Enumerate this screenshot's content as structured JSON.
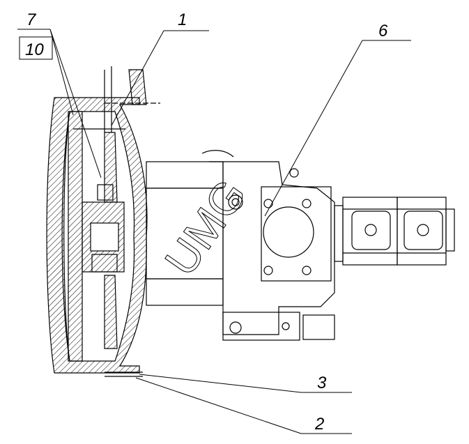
{
  "drawing": {
    "callouts": [
      {
        "id": "7",
        "text": "7"
      },
      {
        "id": "10",
        "text": "10"
      },
      {
        "id": "1",
        "text": "1"
      },
      {
        "id": "6",
        "text": "6"
      },
      {
        "id": "3",
        "text": "3"
      },
      {
        "id": "2",
        "text": "2"
      }
    ],
    "watermark": "UMG",
    "line_color": "#000000",
    "background": "#ffffff"
  }
}
